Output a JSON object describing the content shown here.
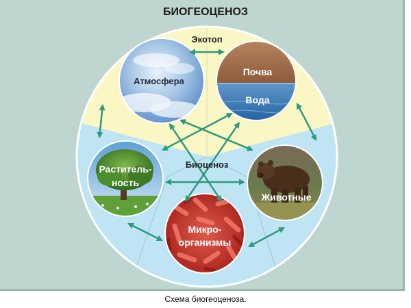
{
  "title": "БИОГЕОЦЕНОЗ",
  "ecotop_label": "Экотоп",
  "biocenosis_label": "Биоценоз",
  "nodes": {
    "atmosphere": "Атмосфера",
    "soil": "Почва",
    "water": "Вода",
    "plants_line1": "Раститель-",
    "plants_line2": "ность",
    "animals": "Животные",
    "micro_line1": "Микро-",
    "micro_line2": "организмы"
  },
  "caption": "Схема биогеоценоза.",
  "colors": {
    "panel": "#bfd6d0",
    "ecotop_zone": "#fbf7c4",
    "biocenosis_zone": "#bfe4f4",
    "arrow": "#2d9a7c"
  }
}
